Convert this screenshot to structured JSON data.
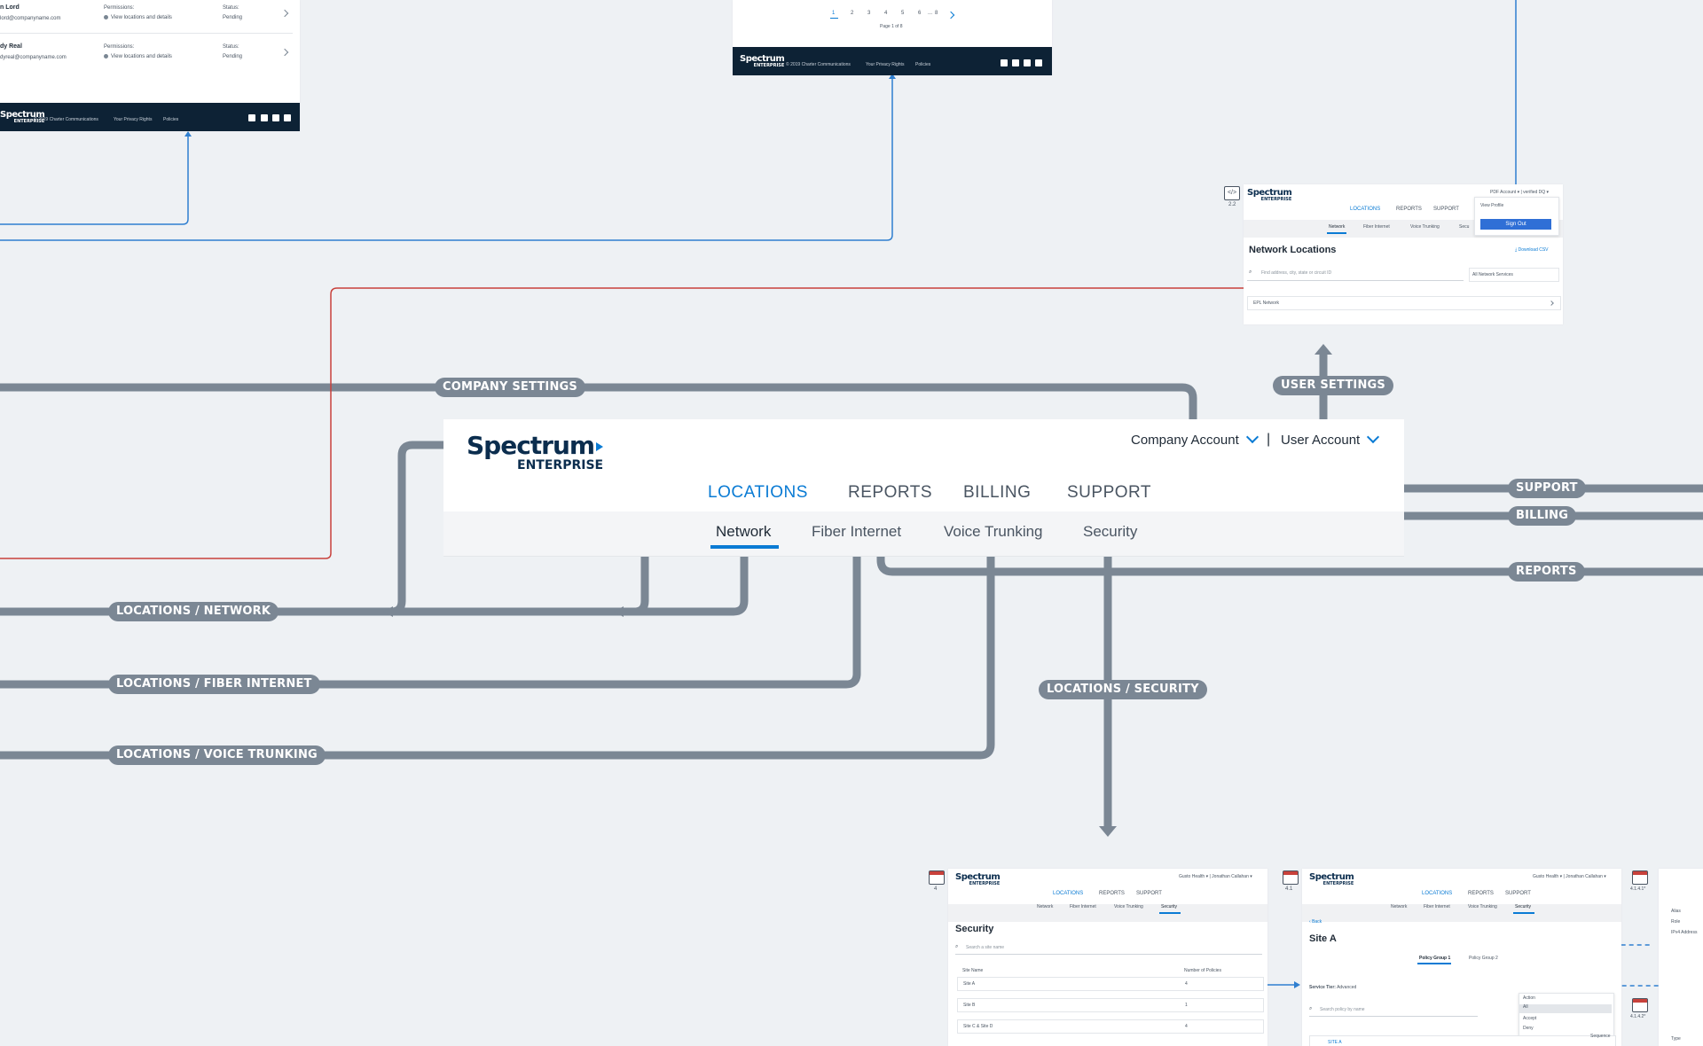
{
  "flow_labels": {
    "company_settings": "COMPANY SETTINGS",
    "user_settings": "USER SETTINGS",
    "support": "SUPPORT",
    "billing": "BILLING",
    "reports": "REPORTS",
    "loc_network": "LOCATIONS / NETWORK",
    "loc_fiber": "LOCATIONS / FIBER INTERNET",
    "loc_voice": "LOCATIONS / VOICE TRUNKING",
    "loc_security": "LOCATIONS / SECURITY"
  },
  "colors": {
    "flow": "#7b8794",
    "blue": "#0a7bd4",
    "red": "#c8413b",
    "footer": "#0d2235"
  },
  "main_header": {
    "logo_word": "Spectrum",
    "logo_sub": "ENTERPRISE",
    "company_account": "Company Account",
    "user_account": "User Account",
    "separator": "|",
    "nav": [
      "LOCATIONS",
      "REPORTS",
      "BILLING",
      "SUPPORT"
    ],
    "subnav": [
      "Network",
      "Fiber Internet",
      "Voice Trunking",
      "Security"
    ]
  },
  "thumb_users": {
    "rows": [
      {
        "name": "n Lord",
        "email": "lord@companyname.com",
        "perm_label": "Permissions:",
        "perm": "View locations and details",
        "status_label": "Status:",
        "status": "Pending"
      },
      {
        "name": "dy Real",
        "email": "dyreal@companyname.com",
        "perm_label": "Permissions:",
        "perm": "View locations and details",
        "status_label": "Status:",
        "status": "Pending"
      }
    ],
    "footer": [
      "© 2019 Charter Communications",
      "Your Privacy Rights",
      "Policies"
    ]
  },
  "thumb_paging": {
    "pages": [
      "1",
      "2",
      "3",
      "4",
      "5",
      "6",
      "...",
      "8"
    ],
    "page_of": "Page 1 of 8",
    "footer": [
      "© 2019 Charter Communications",
      "Your Privacy Rights",
      "Policies"
    ]
  },
  "thumb_profile": {
    "badge": "2.2",
    "account_text": "PDF Account ▾  |  verified DQ ▾",
    "nav": [
      "LOCATIONS",
      "REPORTS",
      "SUPPORT"
    ],
    "subnav": [
      "Network",
      "Fiber Internet",
      "Voice Trunking",
      "Secu"
    ],
    "dropdown_item": "View Profile",
    "sign_out": "Sign Out",
    "title": "Network Locations",
    "download": "Download CSV",
    "search_placeholder": "Find address, city, state or circuit ID",
    "filter": "All Network Services",
    "row": "EPL Network"
  },
  "thumb_security": {
    "badge": "4",
    "account_text": "Gusto Health ▾  |  Jonathan Callahan ▾",
    "nav": [
      "LOCATIONS",
      "REPORTS",
      "SUPPORT"
    ],
    "subnav": [
      "Network",
      "Fiber Internet",
      "Voice Trunking",
      "Security"
    ],
    "title": "Security",
    "search_placeholder": "Search a site name",
    "col_site": "Site Name",
    "col_policies": "Number of Policies",
    "rows": [
      {
        "site": "Site A",
        "count": "4"
      },
      {
        "site": "Site B",
        "count": "1"
      },
      {
        "site": "Site C & Site D",
        "count": "4"
      }
    ]
  },
  "thumb_site": {
    "badge": "4.1",
    "account_text": "Gusto Health ▾  |  Jonathan Callahan ▾",
    "nav": [
      "LOCATIONS",
      "REPORTS",
      "SUPPORT"
    ],
    "subnav": [
      "Network",
      "Fiber Internet",
      "Voice Trunking",
      "Security"
    ],
    "back": "Back",
    "title": "Site A",
    "tabs": [
      "Policy Group 1",
      "Policy Group 2"
    ],
    "tier_label": "Service Tier:",
    "tier_value": "Advanced",
    "search_placeholder": "Search policy by name",
    "action_label": "Action",
    "actions": [
      "All",
      "Accept",
      "Deny"
    ],
    "site_tag": "SITE A",
    "sequence": "Sequence"
  },
  "thumb_right": {
    "badge_a": "4.1.4.1*",
    "badge_b": "4.1.4.2*",
    "fields": [
      "Alias",
      "Role",
      "IPv4 Address"
    ],
    "type": "Type"
  }
}
